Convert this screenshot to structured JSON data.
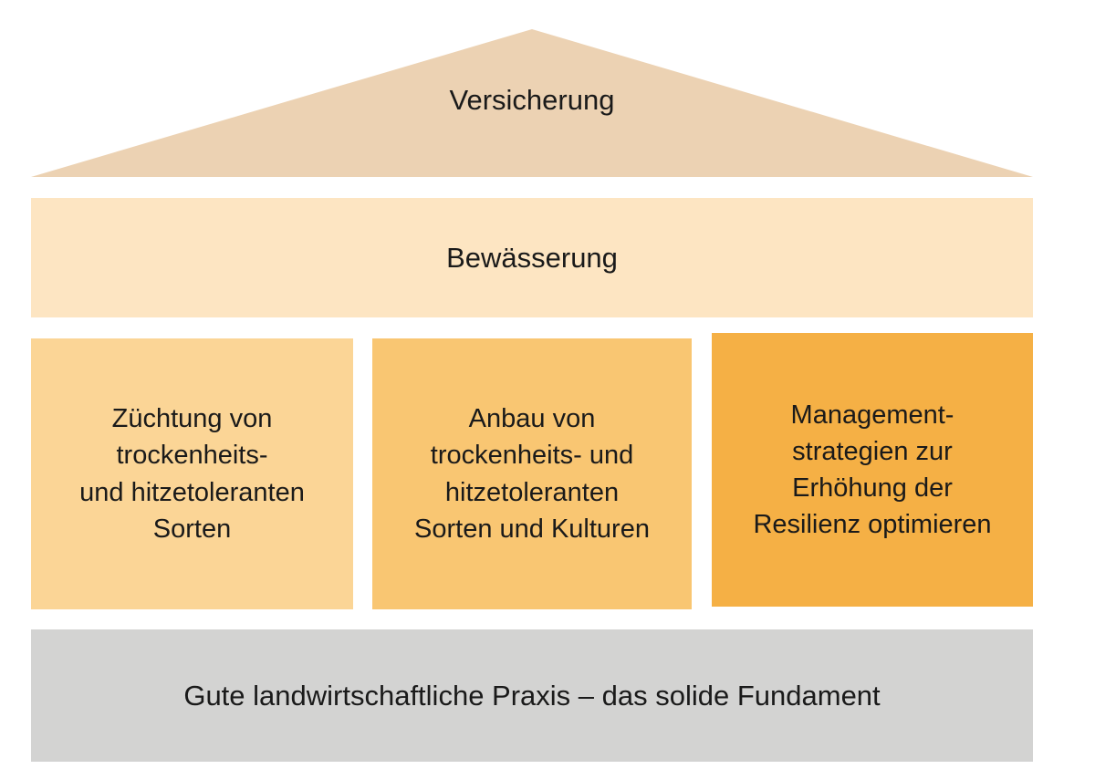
{
  "diagram": {
    "title_concept": "house-model",
    "roof": {
      "label": "Versicherung"
    },
    "band": {
      "label": "Bewässerung"
    },
    "pillars": [
      {
        "id": "breeding",
        "lines": [
          "Züchtung von",
          "trockenheits-",
          "und hitzetoleranten",
          "Sorten"
        ]
      },
      {
        "id": "cultivation",
        "lines": [
          "Anbau von",
          "trockenheits- und",
          "hitzetoleranten",
          "Sorten und Kulturen"
        ]
      },
      {
        "id": "management",
        "lines": [
          "Management-",
          "strategien zur",
          "Erhöhung der",
          "Resilienz optimieren"
        ]
      }
    ],
    "foundation": {
      "label": "Gute landwirtschaftliche Praxis – das solide Fundament"
    }
  },
  "colors": {
    "roof": "#ecd2b3",
    "band": "#fde5c2",
    "pillar_breeding": "#fbd596",
    "pillar_cultivation": "#f9c672",
    "pillar_management": "#f5b045",
    "foundation": "#d3d3d2",
    "text": "#1a1a1a",
    "background": "#ffffff"
  }
}
